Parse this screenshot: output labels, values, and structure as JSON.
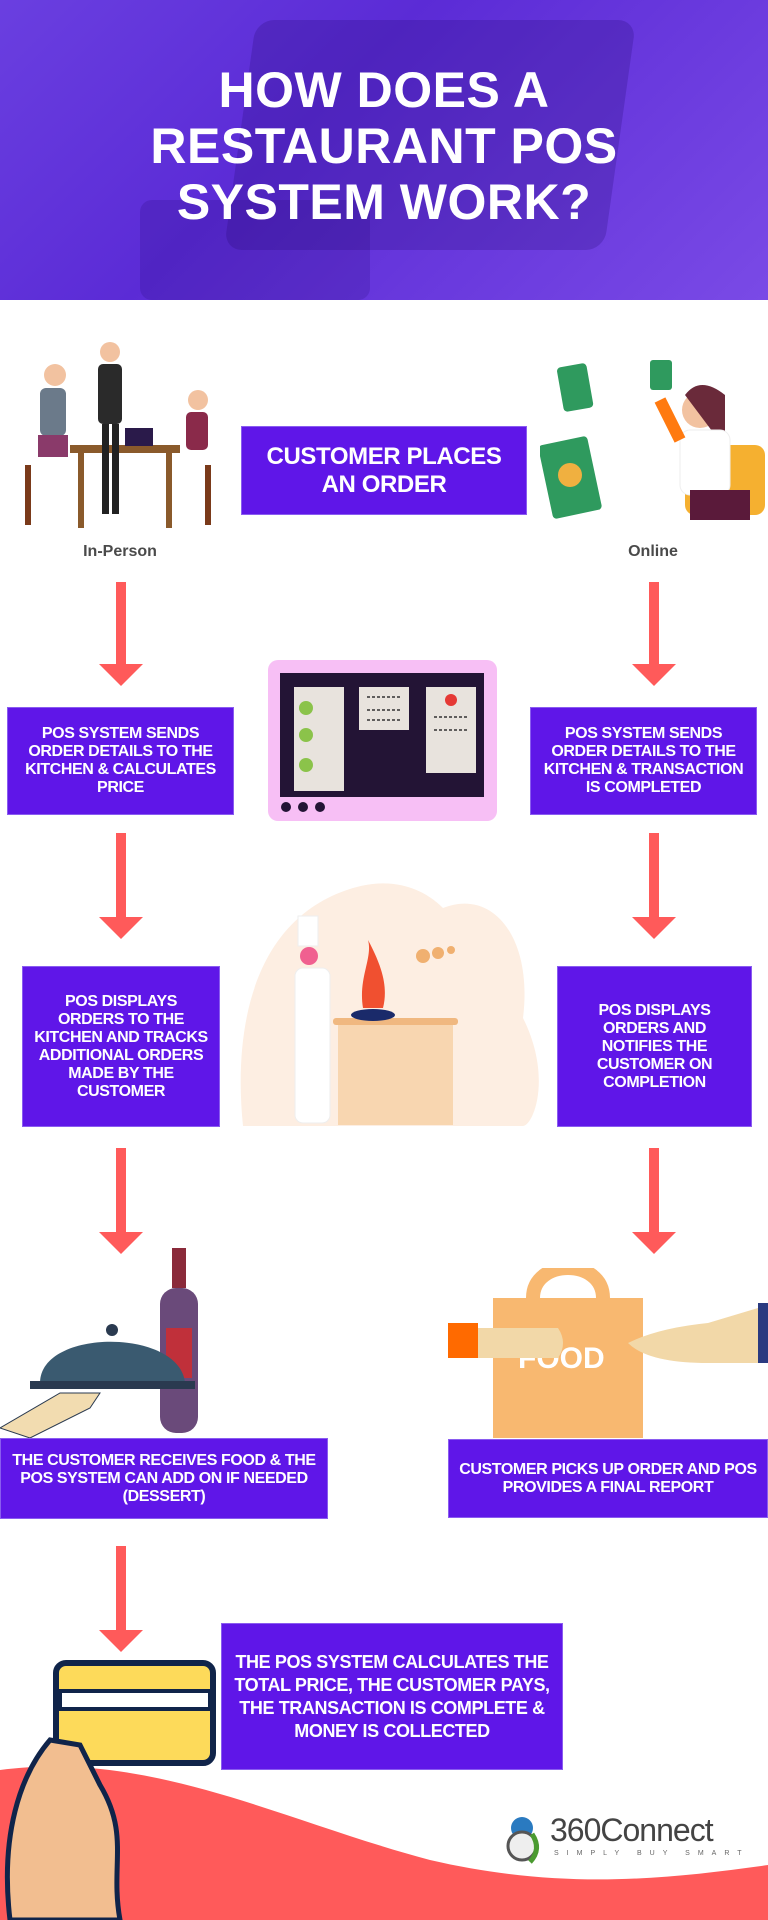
{
  "header": {
    "title_lines": [
      "HOW DOES A",
      "RESTAURANT POS",
      "SYSTEM WORK?"
    ]
  },
  "start": {
    "text": "CUSTOMER PLACES AN ORDER",
    "left_label": "In-Person",
    "right_label": "Online"
  },
  "in_person_steps": [
    "POS SYSTEM SENDS ORDER DETAILS TO THE KITCHEN & CALCULATES PRICE",
    "POS DISPLAYS ORDERS TO THE KITCHEN AND TRACKS ADDITIONAL ORDERS MADE BY THE CUSTOMER",
    "THE CUSTOMER RECEIVES FOOD & THE POS SYSTEM CAN ADD ON IF NEEDED (DESSERT)",
    "THE POS SYSTEM CALCULATES THE TOTAL PRICE, THE CUSTOMER PAYS, THE TRANSACTION IS COMPLETE & MONEY IS COLLECTED"
  ],
  "online_steps": [
    "POS SYSTEM SENDS ORDER DETAILS TO THE KITCHEN & TRANSACTION IS COMPLETED",
    "POS DISPLAYS ORDERS AND NOTIFIES THE CUSTOMER  ON COMPLETION",
    "CUSTOMER PICKS UP ORDER AND POS PROVIDES A FINAL REPORT"
  ],
  "illustrations": {
    "food_bag_text": "FOOD"
  },
  "logo": {
    "name": "360Connect",
    "tagline": "SIMPLY BUY SMART"
  },
  "colors": {
    "box": "#5f16e8",
    "arrow": "#ff5a5a",
    "header": "#6a3fe0",
    "wave": "#ff5a5a"
  }
}
